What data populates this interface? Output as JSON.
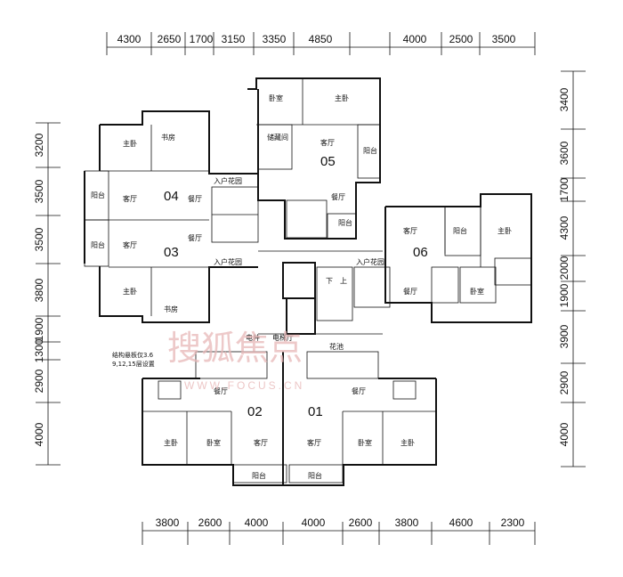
{
  "dimensions": {
    "top": [
      "4300",
      "2650",
      "1700",
      "3150",
      "3350",
      "4850",
      "4000",
      "2500",
      "3500"
    ],
    "bottom": [
      "3800",
      "2600",
      "4000",
      "4000",
      "2600",
      "3800",
      "4600",
      "2300"
    ],
    "left": [
      "3200",
      "3500",
      "3500",
      "3800",
      "1900",
      "1300",
      "2900",
      "4000"
    ],
    "right": [
      "3400",
      "3600",
      "1700",
      "4300",
      "2000",
      "1900",
      "3900",
      "2900",
      "4000"
    ]
  },
  "units": [
    "04",
    "05",
    "03",
    "06",
    "02",
    "01"
  ],
  "rooms": {
    "master_bedroom": "主卧",
    "study": "书房",
    "balcony": "阳台",
    "living_room": "客厅",
    "dining_room": "餐厅",
    "bedroom": "卧室",
    "cloakroom": "储藏间",
    "entry_garden": "入户花园",
    "elevator_shaft": "电井",
    "elevator_hall": "电梯厅",
    "garden": "花池",
    "down": "下",
    "up": "上"
  },
  "notes": {
    "line1": "结构悬板仅3.6",
    "line2": "9,12,15层设置"
  },
  "watermark": {
    "logo": "搜狐焦点",
    "url": "WWW.FOCUS.CN"
  }
}
